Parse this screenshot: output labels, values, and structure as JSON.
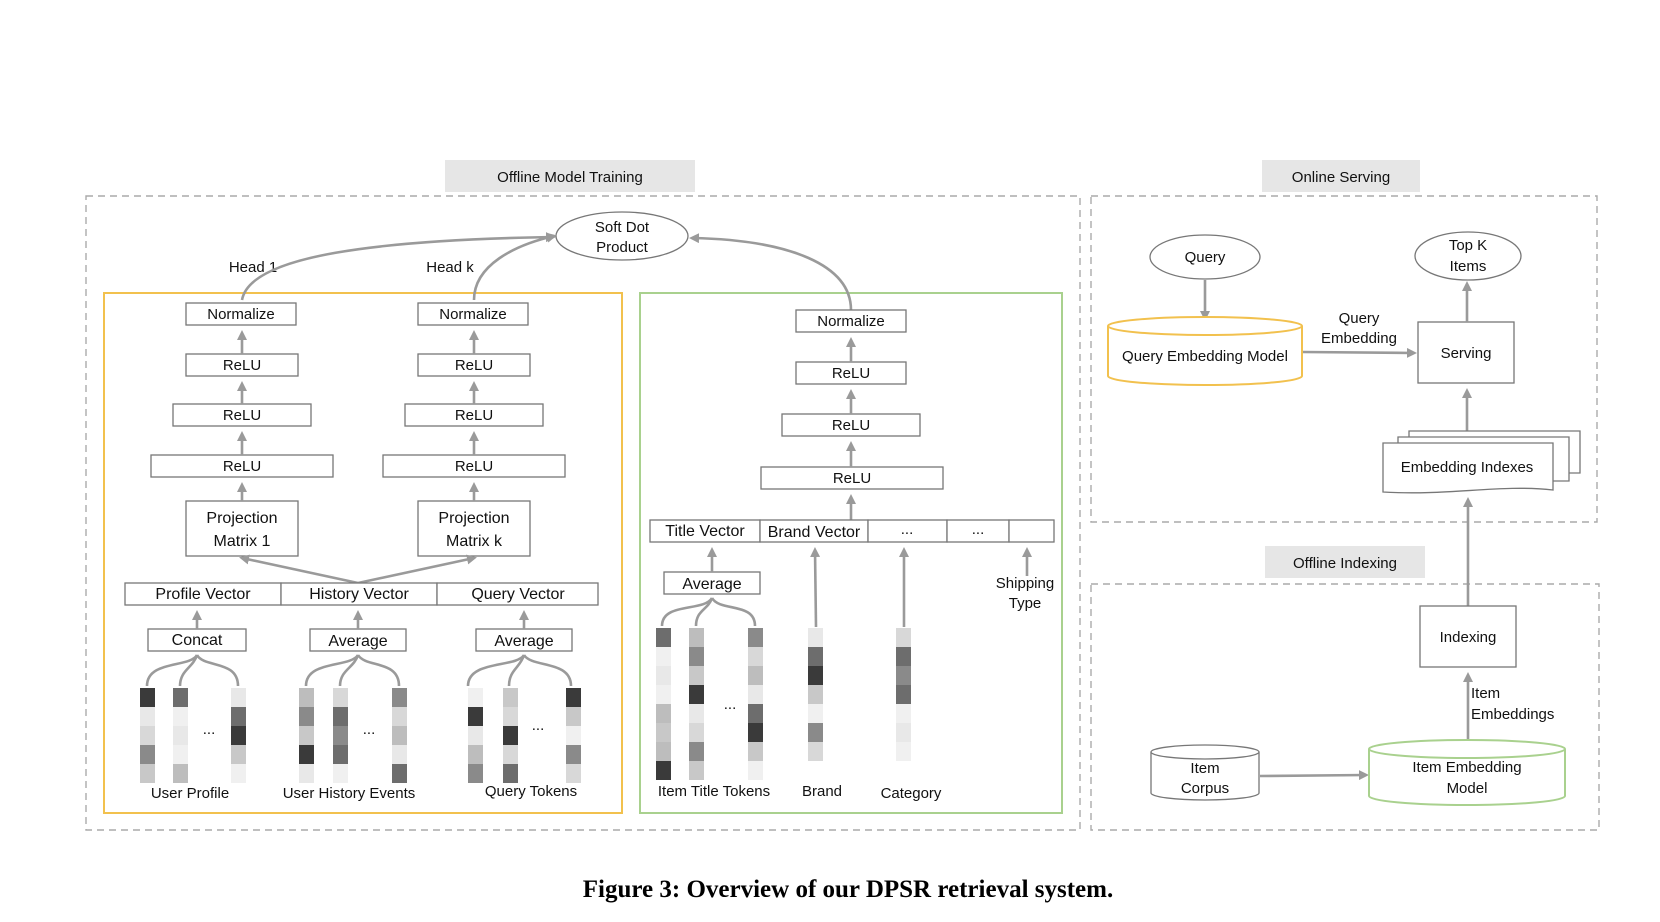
{
  "sections": {
    "training": "Offline Model Training",
    "serving": "Online Serving",
    "indexing": "Offline Indexing"
  },
  "soft_dot": [
    "Soft Dot",
    "Product"
  ],
  "heads": {
    "head1": "Head 1",
    "headk": "Head k"
  },
  "query_tower": {
    "head1": {
      "normalize": "Normalize",
      "relu": [
        "ReLU",
        "ReLU",
        "ReLU"
      ],
      "projection": [
        "Projection",
        "Matrix 1"
      ]
    },
    "headk": {
      "normalize": "Normalize",
      "relu": [
        "ReLU",
        "ReLU",
        "ReLU"
      ],
      "projection": [
        "Projection",
        "Matrix k"
      ]
    },
    "vectors": [
      "Profile Vector",
      "History Vector",
      "Query Vector"
    ],
    "ops": [
      "Concat",
      "Average",
      "Average"
    ],
    "inputs": [
      "User Profile",
      "User History Events",
      "Query Tokens"
    ],
    "ellipsis": "..."
  },
  "item_tower": {
    "normalize": "Normalize",
    "relu": [
      "ReLU",
      "ReLU",
      "ReLU"
    ],
    "vectors": [
      "Title Vector",
      "Brand Vector",
      "...",
      "..."
    ],
    "average": "Average",
    "inputs": [
      "Item Title Tokens",
      "Brand",
      "Category"
    ],
    "shipping": [
      "Shipping",
      "Type"
    ],
    "ellipsis": "..."
  },
  "serving": {
    "query": "Query",
    "top_k": [
      "Top K",
      "Items"
    ],
    "query_model": "Query Embedding Model",
    "query_embedding": [
      "Query",
      "Embedding"
    ],
    "serving": "Serving",
    "indexes": "Embedding Indexes"
  },
  "indexing": {
    "indexing": "Indexing",
    "item_embeddings": [
      "Item",
      "Embeddings"
    ],
    "item_corpus": [
      "Item",
      "Corpus"
    ],
    "item_model": [
      "Item Embedding",
      "Model"
    ]
  },
  "caption": "Figure 3: Overview of our DPSR retrieval system.",
  "colors": {
    "query_tower": "#f2c14e",
    "item_tower": "#a9d18e",
    "query_model": "#f2c14e",
    "item_model": "#a9d18e",
    "section_label_bg": "#e6e6e6",
    "arrow": "#9a9a9a"
  }
}
